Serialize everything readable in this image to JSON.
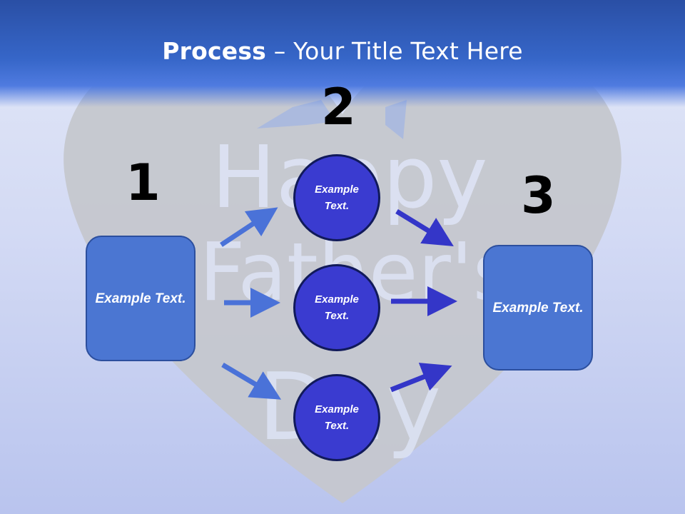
{
  "title": {
    "bold": "Process",
    "rest": " – Your Title Text Here"
  },
  "steps": {
    "one": "1",
    "two": "2",
    "three": "3"
  },
  "boxes": {
    "left": "Example Text.",
    "right": "Example Text."
  },
  "circles": {
    "top": "Example Text.",
    "middle": "Example Text.",
    "bottom": "Example Text."
  },
  "background_text": {
    "line1": "Happy",
    "line2": "Father's",
    "line3": "Day"
  },
  "colors": {
    "header": "#3666c8",
    "box_fill": "#4b76d2",
    "circle_fill": "#3a3bd0",
    "arrow_left": "#4a72d8",
    "arrow_right": "#3436c8",
    "heart": "#c4c6cc"
  }
}
